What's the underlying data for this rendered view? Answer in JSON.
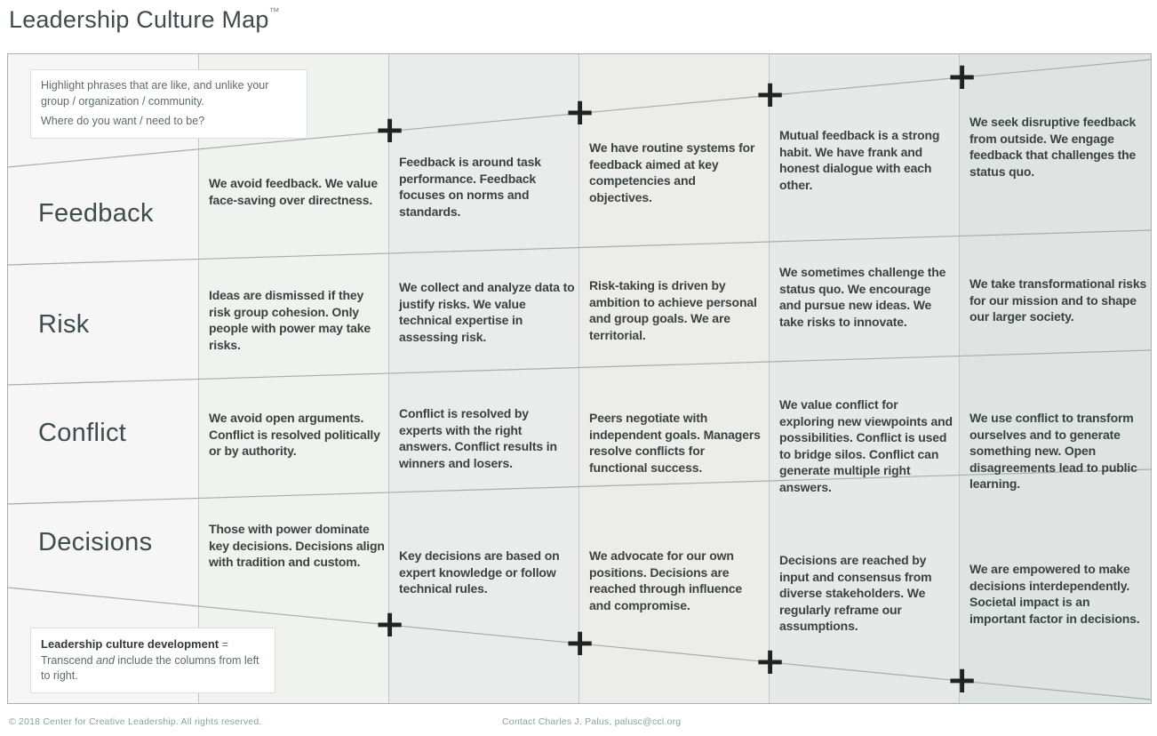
{
  "title": {
    "text": "Leadership Culture Map",
    "tm": "™"
  },
  "instructions_box": {
    "line1": "Highlight phrases that are like, and unlike your group / organization / community.",
    "line2": "Where do you want / need to be?"
  },
  "development_box": {
    "heading": "Leadership culture development",
    "equals": " = ",
    "body_pre": "Transcend ",
    "body_italic": "and",
    "body_post": " include the columns from left to right."
  },
  "glyphs": {
    "plus": "+"
  },
  "colors": {
    "title_text": "#3e4c4c",
    "cell_text": "#39423f",
    "grid_line": "#a4afab",
    "plus_mark": "#1e2422",
    "footer_text": "#8ba39d",
    "column_shades": [
      "#f5f6f5",
      "#f0f2f0",
      "#e9eceb",
      "#ecedeb",
      "#e6e9e7",
      "#dfe3e1"
    ]
  },
  "rows": [
    {
      "label": "Feedback",
      "cells": [
        "We avoid feedback. We value face-saving over directness.",
        "Feedback is around task performance. Feedback focuses on norms and standards.",
        "We have routine systems for feedback aimed at key competencies and objectives.",
        "Mutual feedback is a strong habit. We have frank and honest dialogue with each other.",
        "We seek disruptive feedback from outside. We engage feedback that challenges the status quo."
      ]
    },
    {
      "label": "Risk",
      "cells": [
        "Ideas are dismissed if they risk group cohesion. Only people with power may take risks.",
        "We collect and analyze data to justify risks. We value technical expertise in assessing risk.",
        "Risk-taking is driven by ambition to achieve personal and group goals. We are territorial.",
        "We sometimes challenge the status quo. We encourage and pursue new ideas. We take risks to innovate.",
        "We take transformational risks for our mission and to shape our larger society."
      ]
    },
    {
      "label": "Conflict",
      "cells": [
        "We avoid open arguments. Conflict is resolved politically or by authority.",
        "Conflict is resolved by experts with the right answers. Conflict results in winners and losers.",
        "Peers negotiate with independent goals. Managers resolve conflicts for functional success.",
        "We value conflict for exploring new viewpoints and possibilities. Conflict is used to bridge silos. Conflict can generate multiple right answers.",
        "We use conflict to transform ourselves and to generate something new. Open disagreements lead to public learning."
      ]
    },
    {
      "label": "Decisions",
      "cells": [
        "Those with power dominate key decisions. Decisions align with tradition and custom.",
        "Key decisions are based on expert knowledge or follow technical rules.",
        "We advocate for our own positions. Decisions are reached through influence and compromise.",
        "Decisions are reached by input and consensus from diverse stakeholders. We regularly reframe our assumptions.",
        "We are empowered to make decisions interdependently. Societal impact is an important factor in decisions."
      ]
    }
  ],
  "footer": {
    "copyright": "© 2018 Center for Creative Leadership. All rights reserved.",
    "contact": "Contact Charles J. Palus, palusc@ccl.org"
  }
}
